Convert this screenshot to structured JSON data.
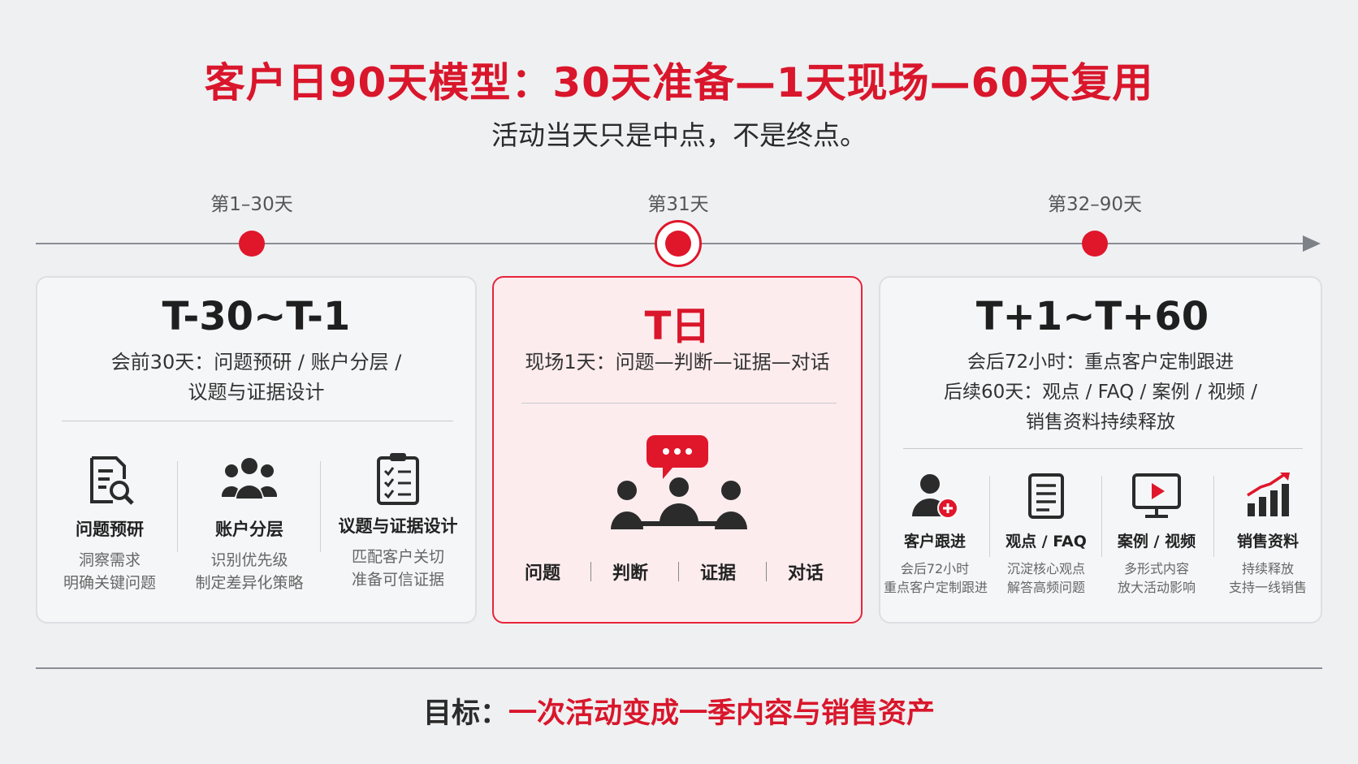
{
  "header": {
    "title": "客户日90天模型：30天准备—1天现场—60天复用",
    "subtitle": "活动当天只是中点，不是终点。"
  },
  "timeline": {
    "labels": [
      "第1–30天",
      "第31天",
      "第32–90天"
    ]
  },
  "cards": {
    "before": {
      "title": "T-30~T-1",
      "desc_lines": [
        "会前30天：问题预研 / 账户分层 /",
        "议题与证据设计"
      ],
      "items": [
        {
          "icon": "document-search-icon",
          "title": "问题预研",
          "notes": [
            "洞察需求",
            "明确关键问题"
          ]
        },
        {
          "icon": "group-icon",
          "title": "账户分层",
          "notes": [
            "识别优先级",
            "制定差异化策略"
          ]
        },
        {
          "icon": "checklist-icon",
          "title": "议题与证据设计",
          "notes": [
            "匹配客户关切",
            "准备可信证据"
          ]
        }
      ]
    },
    "day": {
      "title": "T日",
      "desc_lines": [
        "现场1天：问题—判断—证据—对话"
      ],
      "icon": "meeting-discussion-icon",
      "steps": [
        "问题",
        "判断",
        "证据",
        "对话"
      ]
    },
    "after": {
      "title": "T+1~T+60",
      "desc_lines": [
        "会后72小时：重点客户定制跟进",
        "后续60天：观点 / FAQ / 案例 / 视频 /",
        "销售资料持续释放"
      ],
      "items": [
        {
          "icon": "user-add-icon",
          "title": "客户跟进",
          "notes": [
            "会后72小时",
            "重点客户定制跟进"
          ]
        },
        {
          "icon": "document-icon",
          "title": "观点 / FAQ",
          "notes": [
            "沉淀核心观点",
            "解答高频问题"
          ]
        },
        {
          "icon": "video-icon",
          "title": "案例 / 视频",
          "notes": [
            "多形式内容",
            "放大活动影响"
          ]
        },
        {
          "icon": "growth-chart-icon",
          "title": "销售资料",
          "notes": [
            "持续释放",
            "支持一线销售"
          ]
        }
      ]
    }
  },
  "goal": {
    "label": "目标：",
    "text": "一次活动变成一季内容与销售资产"
  },
  "colors": {
    "accent": "#d9162b",
    "background": "#eff0f2",
    "card_highlight": "#fdecee"
  }
}
